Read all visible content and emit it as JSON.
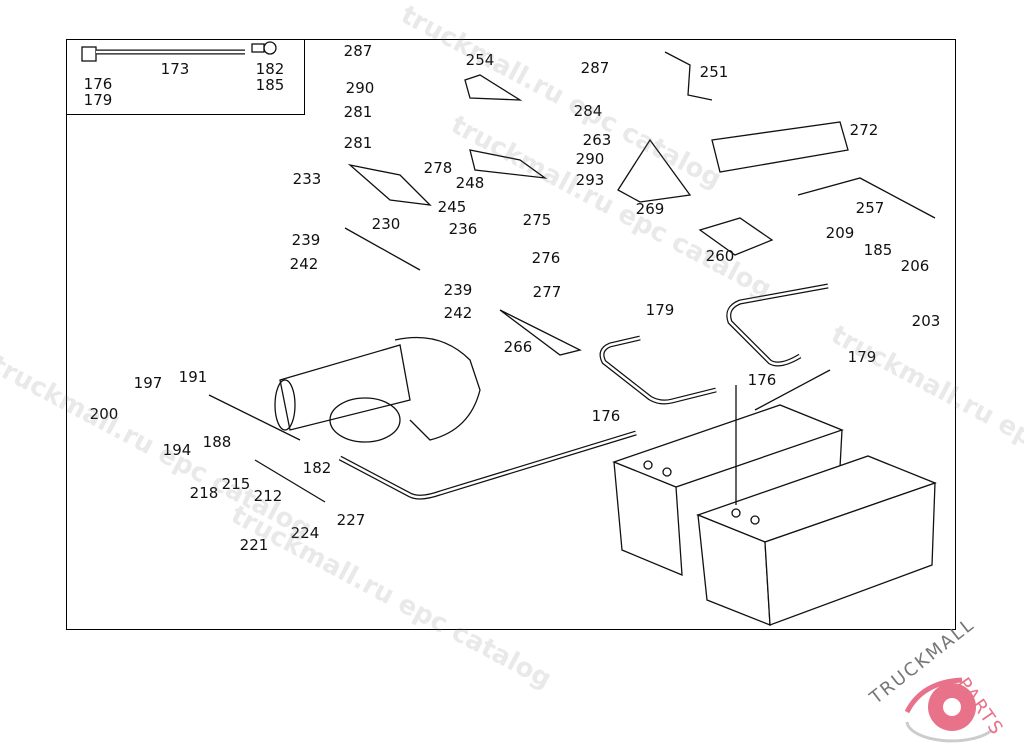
{
  "inset_callouts": [
    "173",
    "182",
    "176",
    "185",
    "179"
  ],
  "callouts": [
    "287",
    "254",
    "287",
    "251",
    "290",
    "284",
    "281",
    "272",
    "281",
    "263",
    "290",
    "278",
    "293",
    "248",
    "233",
    "245",
    "269",
    "257",
    "230",
    "275",
    "236",
    "209",
    "185",
    "239",
    "260",
    "206",
    "276",
    "242",
    "239",
    "277",
    "203",
    "242",
    "179",
    "266",
    "179",
    "176",
    "197",
    "191",
    "200",
    "176",
    "194",
    "188",
    "182",
    "218",
    "215",
    "212",
    "227",
    "221",
    "224"
  ],
  "watermark": "truckmall.ru epc catalog",
  "logo": {
    "text_dark": "TRUCKMALL",
    "text_accent": "PARTS",
    "accent_color": "#e8728a",
    "dark_color": "#777777"
  }
}
